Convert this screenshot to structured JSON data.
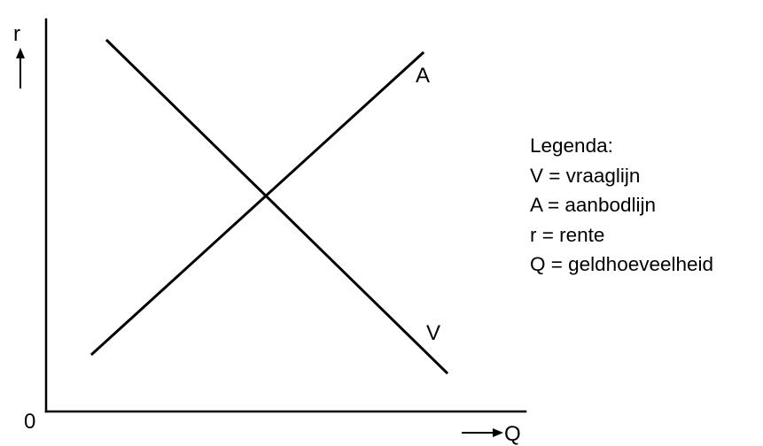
{
  "axes": {
    "y_label": "r",
    "x_label": "Q",
    "origin_label": "0"
  },
  "curves": {
    "supply_label": "A",
    "demand_label": "V"
  },
  "legend": {
    "title": "Legenda:",
    "items": [
      "V = vraaglijn",
      "A = aanbodlijn",
      "r = rente",
      "Q = geldhoeveelheid"
    ]
  }
}
